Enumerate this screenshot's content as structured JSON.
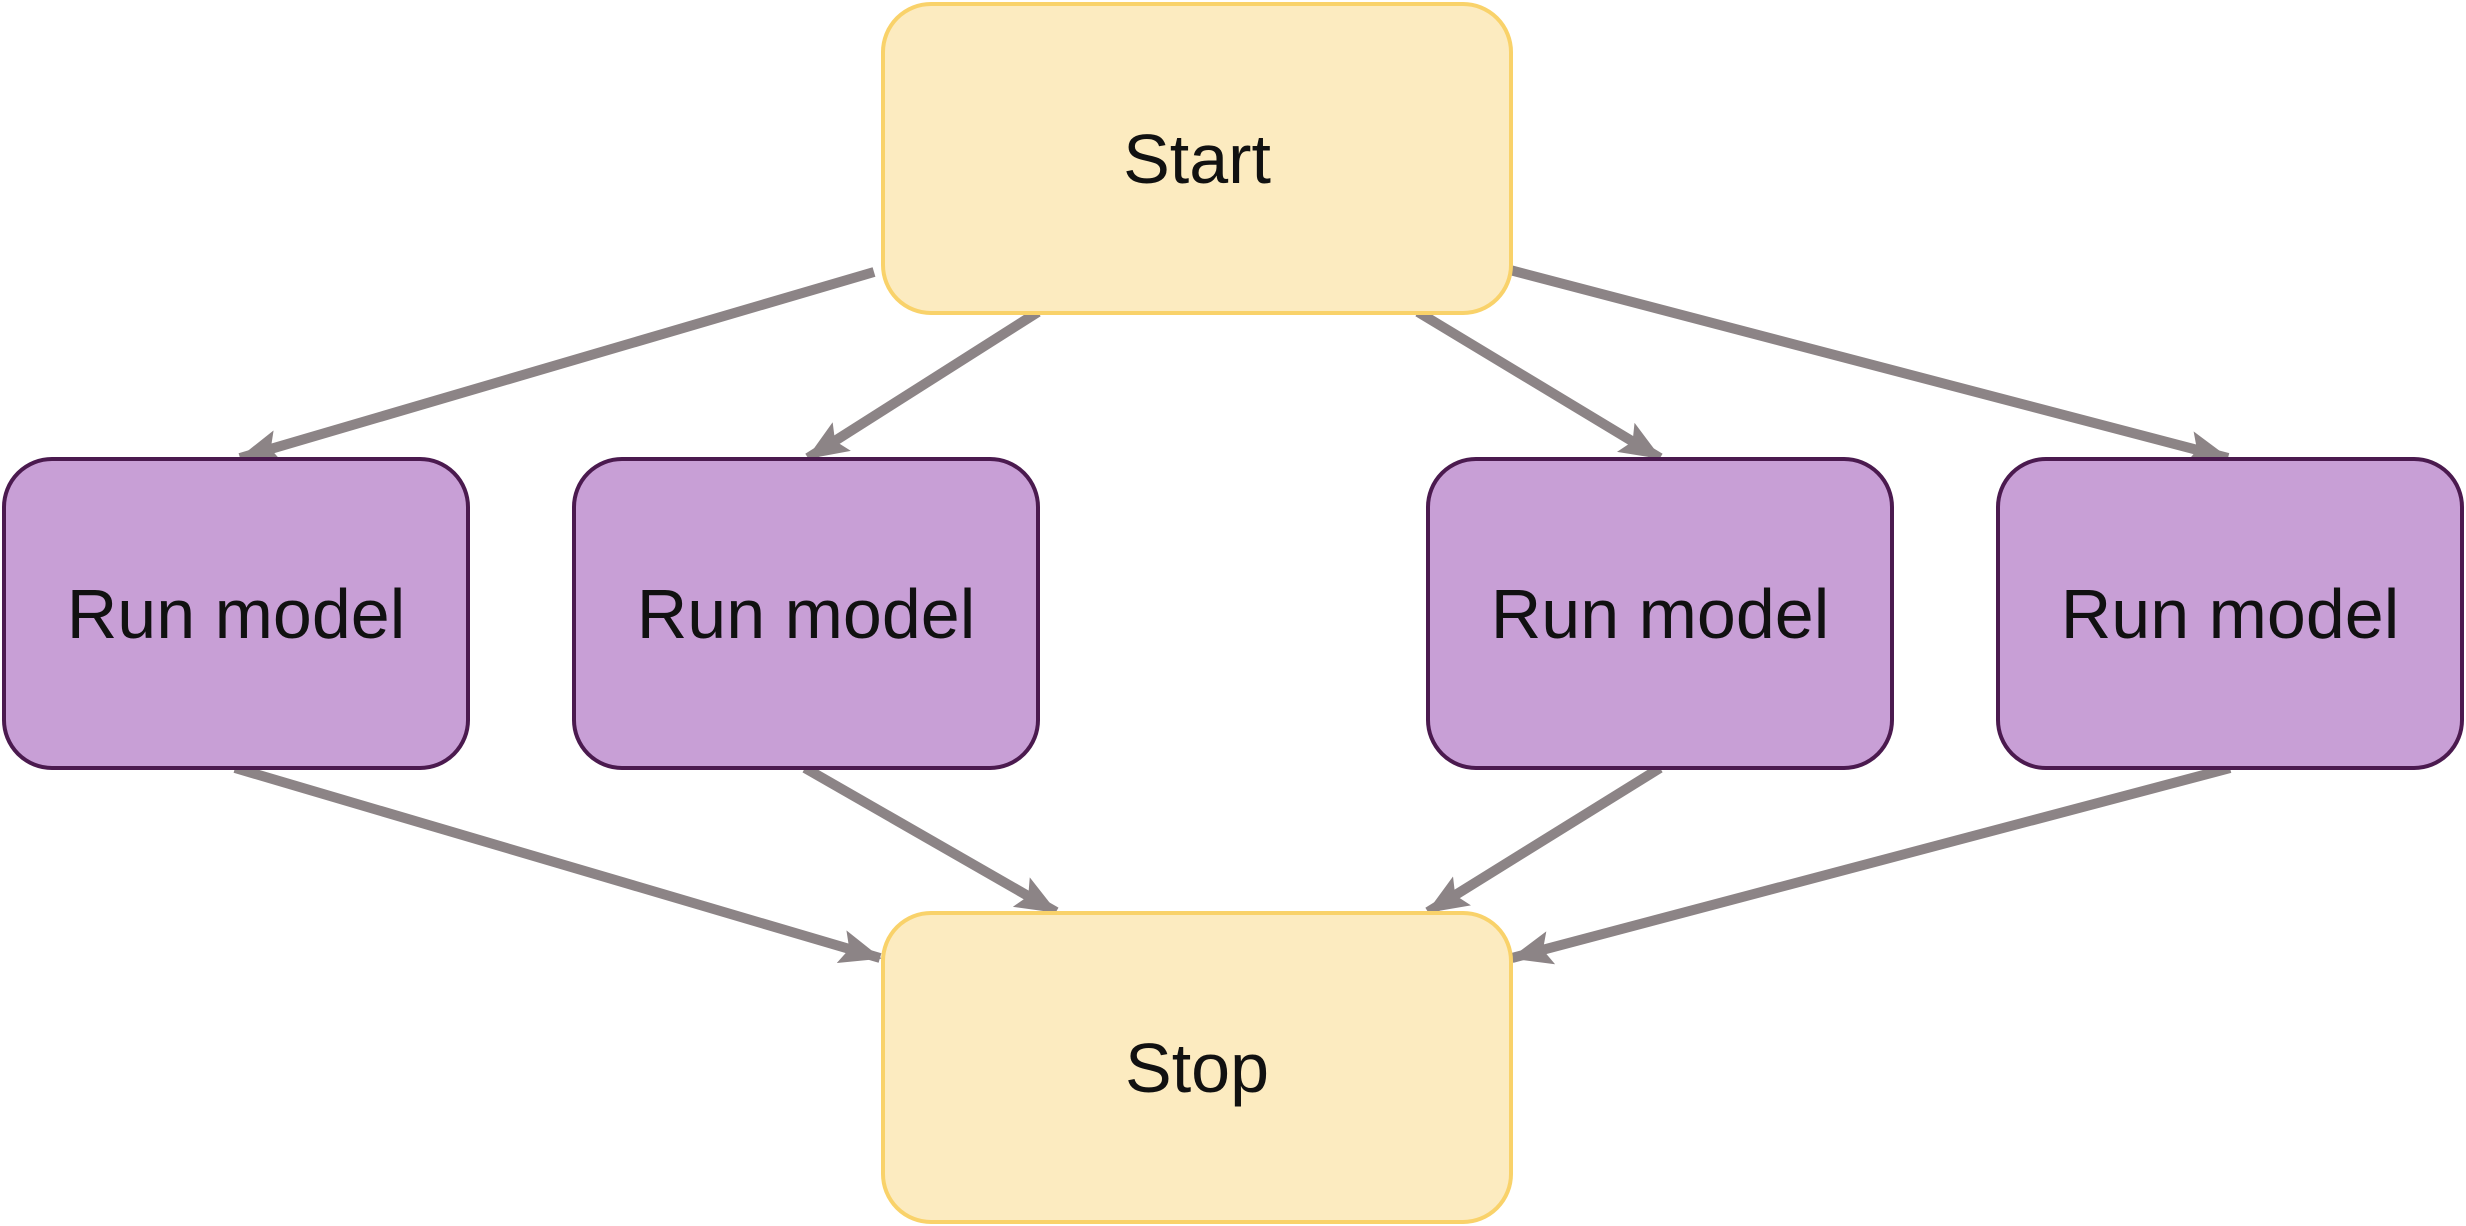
{
  "colors": {
    "terminal_fill": "#FCEBC0",
    "terminal_border": "#F9D26A",
    "process_fill": "#C89FD6",
    "process_border": "#4B1A4F",
    "connector": "#8C8486"
  },
  "diagram": {
    "start": {
      "label": "Start"
    },
    "stop": {
      "label": "Stop"
    },
    "runs": [
      {
        "label": "Run model"
      },
      {
        "label": "Run model"
      },
      {
        "label": "Run model"
      },
      {
        "label": "Run model"
      }
    ],
    "edges": [
      {
        "from": "start",
        "to": "run-1"
      },
      {
        "from": "start",
        "to": "run-2"
      },
      {
        "from": "start",
        "to": "run-3"
      },
      {
        "from": "start",
        "to": "run-4"
      },
      {
        "from": "run-1",
        "to": "stop"
      },
      {
        "from": "run-2",
        "to": "stop"
      },
      {
        "from": "run-3",
        "to": "stop"
      },
      {
        "from": "run-4",
        "to": "stop"
      }
    ]
  }
}
